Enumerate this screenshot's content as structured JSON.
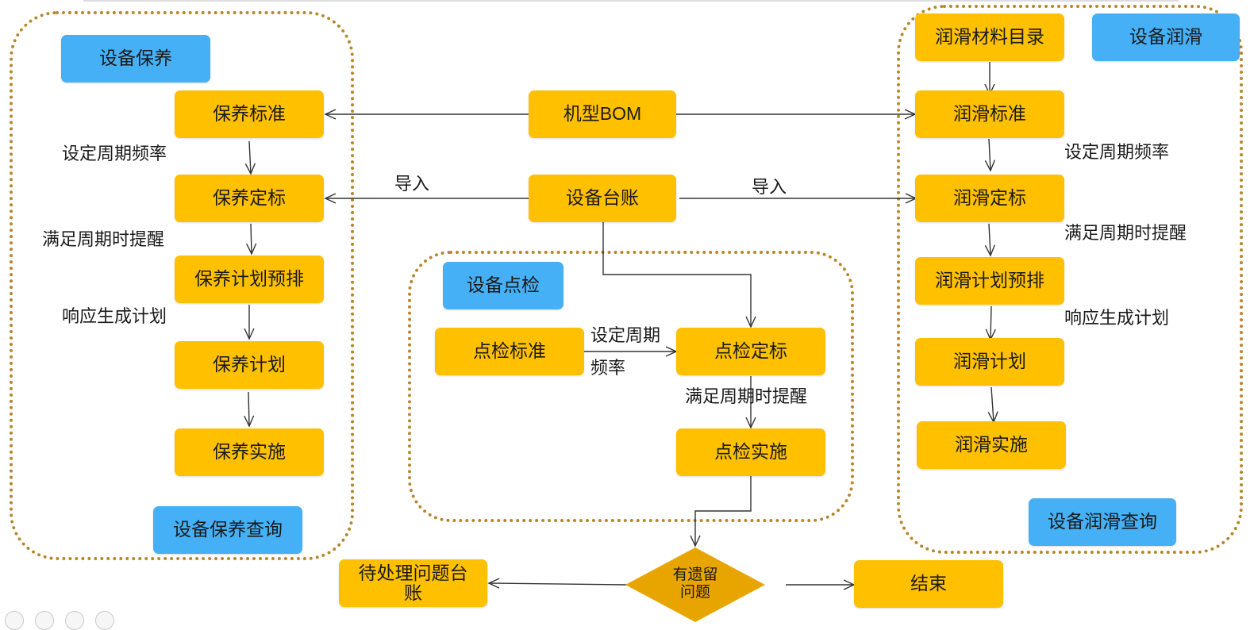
{
  "colors": {
    "process_fill": "#ffc000",
    "tag_fill": "#45b0f5",
    "group_border": "#b8862b",
    "decision_fill": "#e8a500",
    "line": "#333333"
  },
  "groups": {
    "maintenance": {
      "title": "设备保养",
      "steps": [
        "保养标准",
        "保养定标",
        "保养计划预排",
        "保养计划",
        "保养实施"
      ],
      "edge_labels": [
        "设定周期频率",
        "满足周期时提醒",
        "响应生成计划"
      ],
      "query": "设备保养查询"
    },
    "lubrication": {
      "title": "设备润滑",
      "catalog": "润滑材料目录",
      "steps": [
        "润滑标准",
        "润滑定标",
        "润滑计划预排",
        "润滑计划",
        "润滑实施"
      ],
      "edge_labels": [
        "设定周期频率",
        "满足周期时提醒",
        "响应生成计划"
      ],
      "query": "设备润滑查询"
    },
    "inspection": {
      "title": "设备点检",
      "steps": [
        "点检标准",
        "点检定标",
        "点检实施"
      ],
      "edge_labels": [
        "设定周期",
        "频率",
        "满足周期时提醒"
      ]
    }
  },
  "center": {
    "bom": "机型BOM",
    "ledger": "设备台账",
    "import_left": "导入",
    "import_right": "导入"
  },
  "decision": {
    "line1": "有遗留",
    "line2": "问题"
  },
  "outcomes": {
    "pending_line1": "待处理问题台",
    "pending_line2": "账",
    "end": "结束"
  }
}
